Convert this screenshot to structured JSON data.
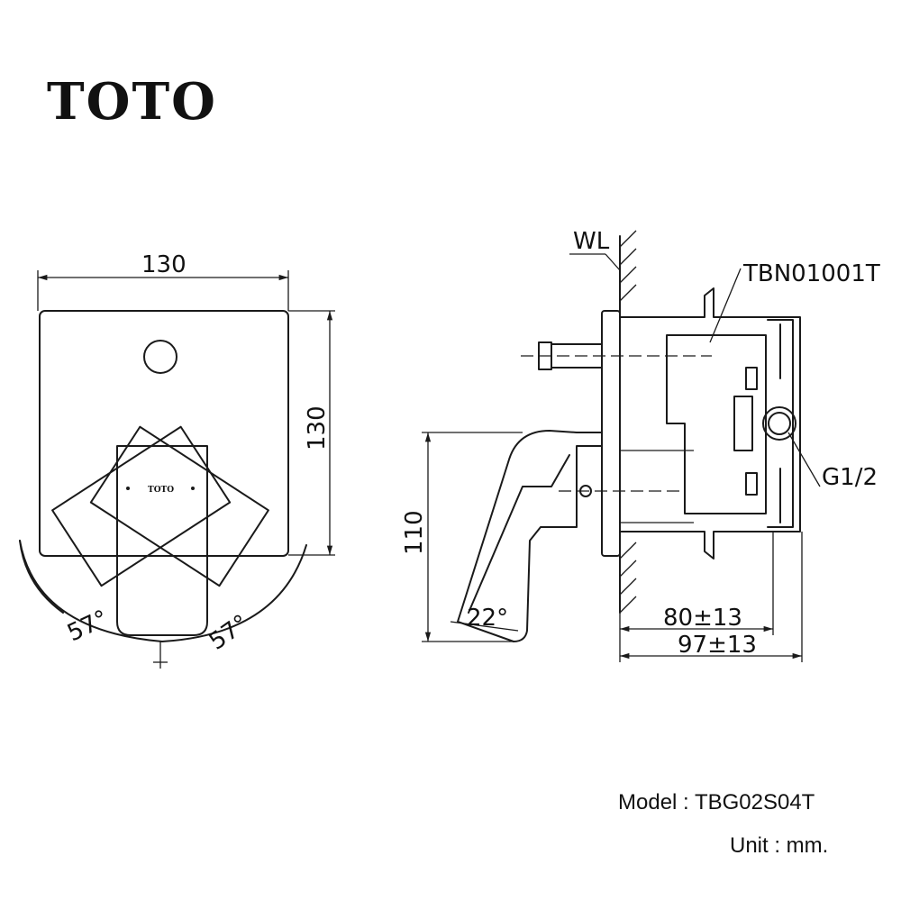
{
  "brand": {
    "logo_text": "TOTO"
  },
  "front_view": {
    "width_dim": "130",
    "height_dim": "130",
    "angle_left": "57°",
    "angle_right": "57°",
    "handle_logo": "TOTO"
  },
  "side_view": {
    "wall_label": "WL",
    "part_label": "TBN01001T",
    "thread_label": "G1/2",
    "height_dim": "110",
    "angle_dim": "22°",
    "depth_dim_1": "80±13",
    "depth_dim_2": "97±13"
  },
  "footer": {
    "model": "Model : TBG02S04T",
    "unit": "Unit : mm."
  }
}
